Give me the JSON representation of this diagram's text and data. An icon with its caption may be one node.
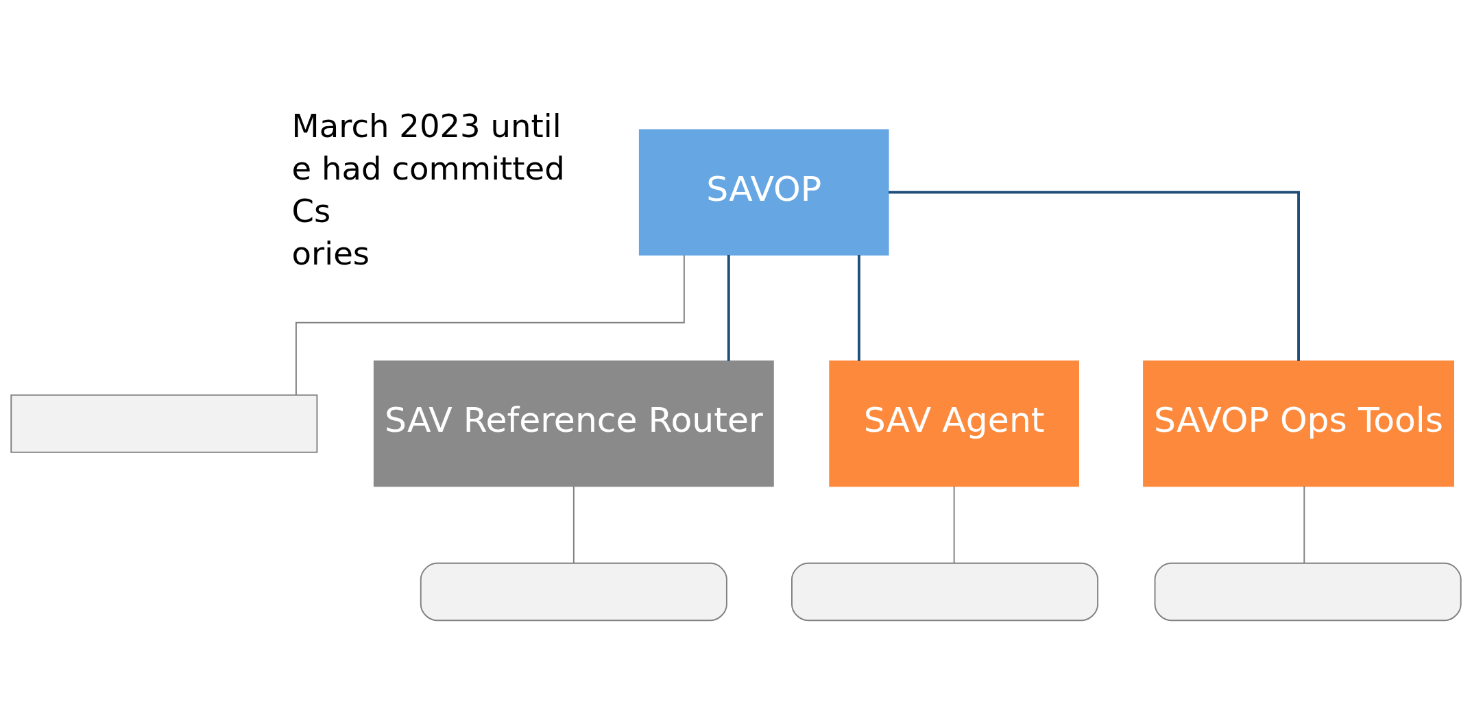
{
  "diagram": {
    "nodes": [
      {
        "text": [
          "SAVOP"
        ]
      },
      {
        "text": [],
        "shape": "box"
      },
      {
        "text": [
          "SAV Reference Router"
        ]
      },
      {
        "text": [
          "SAV Agent"
        ]
      },
      {
        "text": [
          "SAVOP Ops Tools"
        ]
      },
      {
        "text": [],
        "shape": "box"
      },
      {
        "text": [],
        "shape": "box"
      },
      {
        "text": [],
        "shape": "box"
      }
    ],
    "edges": [
      {
        "from": 0,
        "to": 1,
        "arrow": "none"
      },
      {
        "from": 0,
        "to": 2,
        "arrow": "none",
        "color": "#1f4e79"
      },
      {
        "from": 0,
        "to": 3,
        "arrow": "none",
        "color": "#1f4e79"
      },
      {
        "from": 0,
        "to": 4,
        "arrow": "none",
        "color": "#1f4e79"
      },
      {
        "from": 2,
        "to": 5,
        "arrow": "none"
      },
      {
        "from": 3,
        "to": 6,
        "arrow": "none"
      },
      {
        "from": 4,
        "to": 7,
        "arrow": "none"
      }
    ],
    "labels": [
      "March 2023 until",
      "e had committed",
      "Cs",
      "ories"
    ]
  }
}
